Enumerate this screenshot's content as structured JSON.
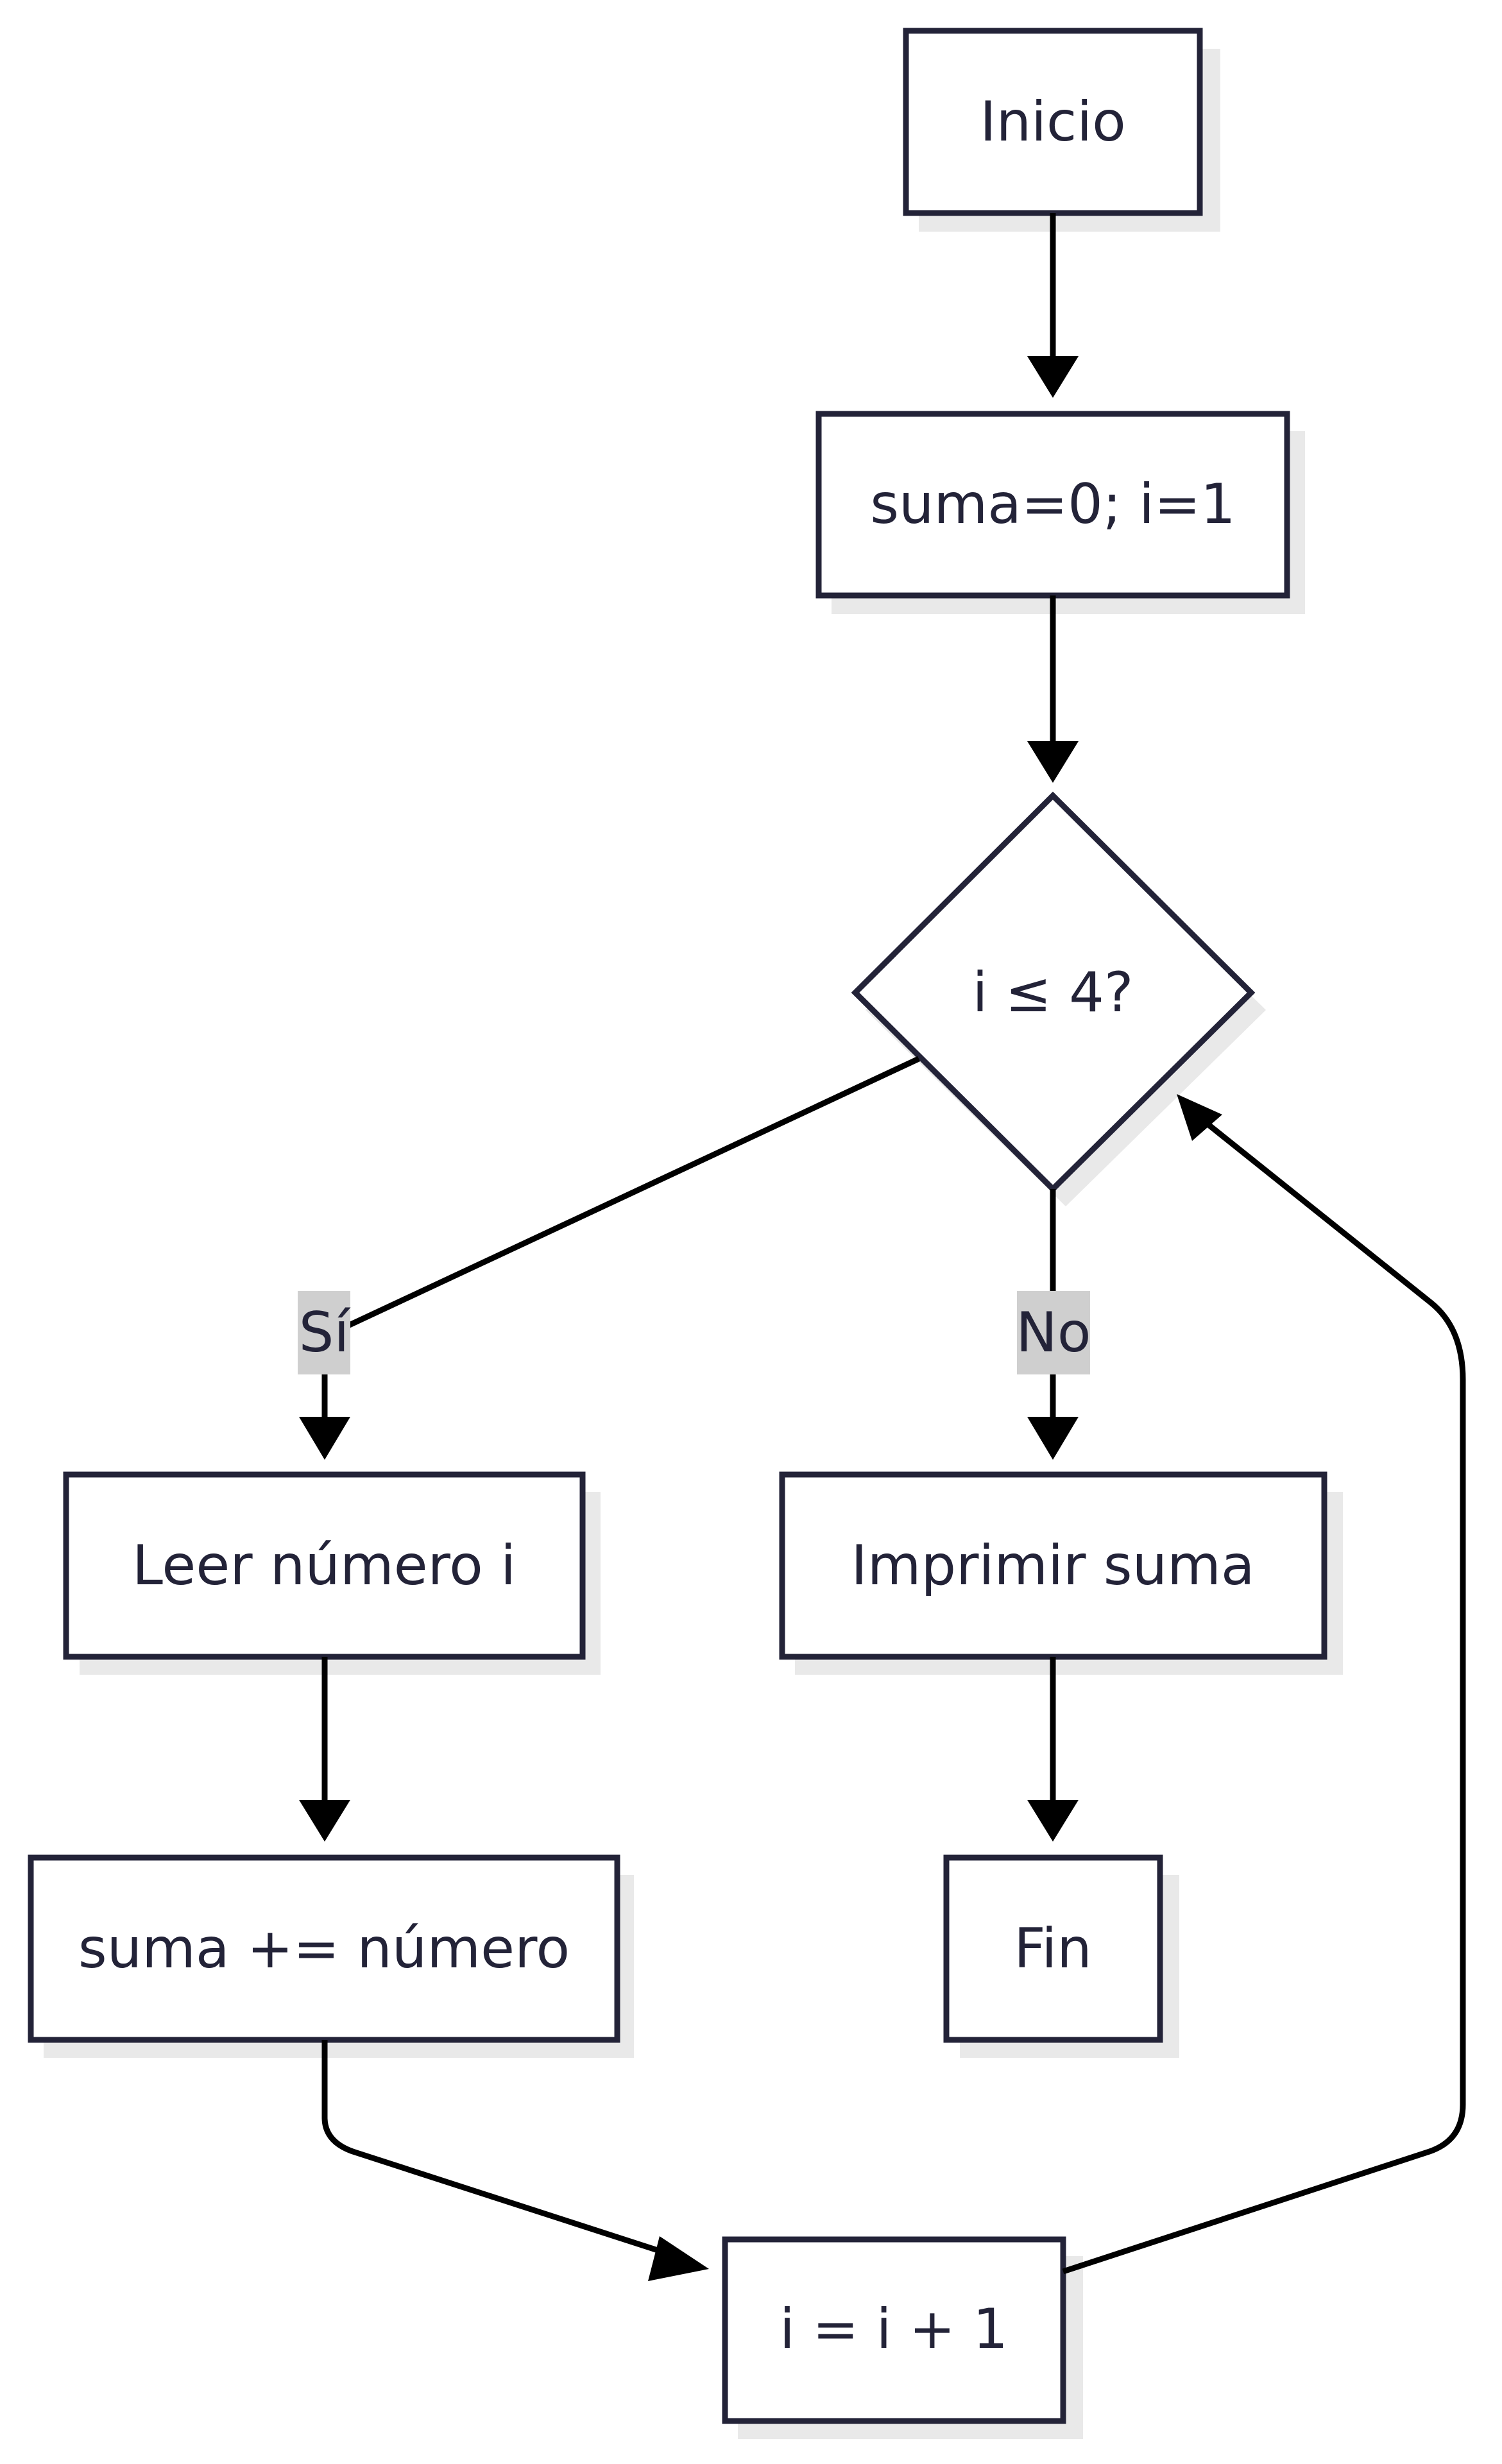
{
  "nodes": {
    "start": "Inicio",
    "init": "suma=0; i=1",
    "decision": "i ≤ 4?",
    "read": "Leer número i",
    "accumulate": "suma += número",
    "print": "Imprimir suma",
    "end": "Fin",
    "increment": "i = i + 1"
  },
  "edges": {
    "yes_label": "Sí",
    "no_label": "No"
  },
  "colors": {
    "node_border": "#232338",
    "node_fill": "#ffffff",
    "shadow": "#e9e9e9",
    "edge": "#000000",
    "edge_label_bg": "#cfcfcf"
  }
}
